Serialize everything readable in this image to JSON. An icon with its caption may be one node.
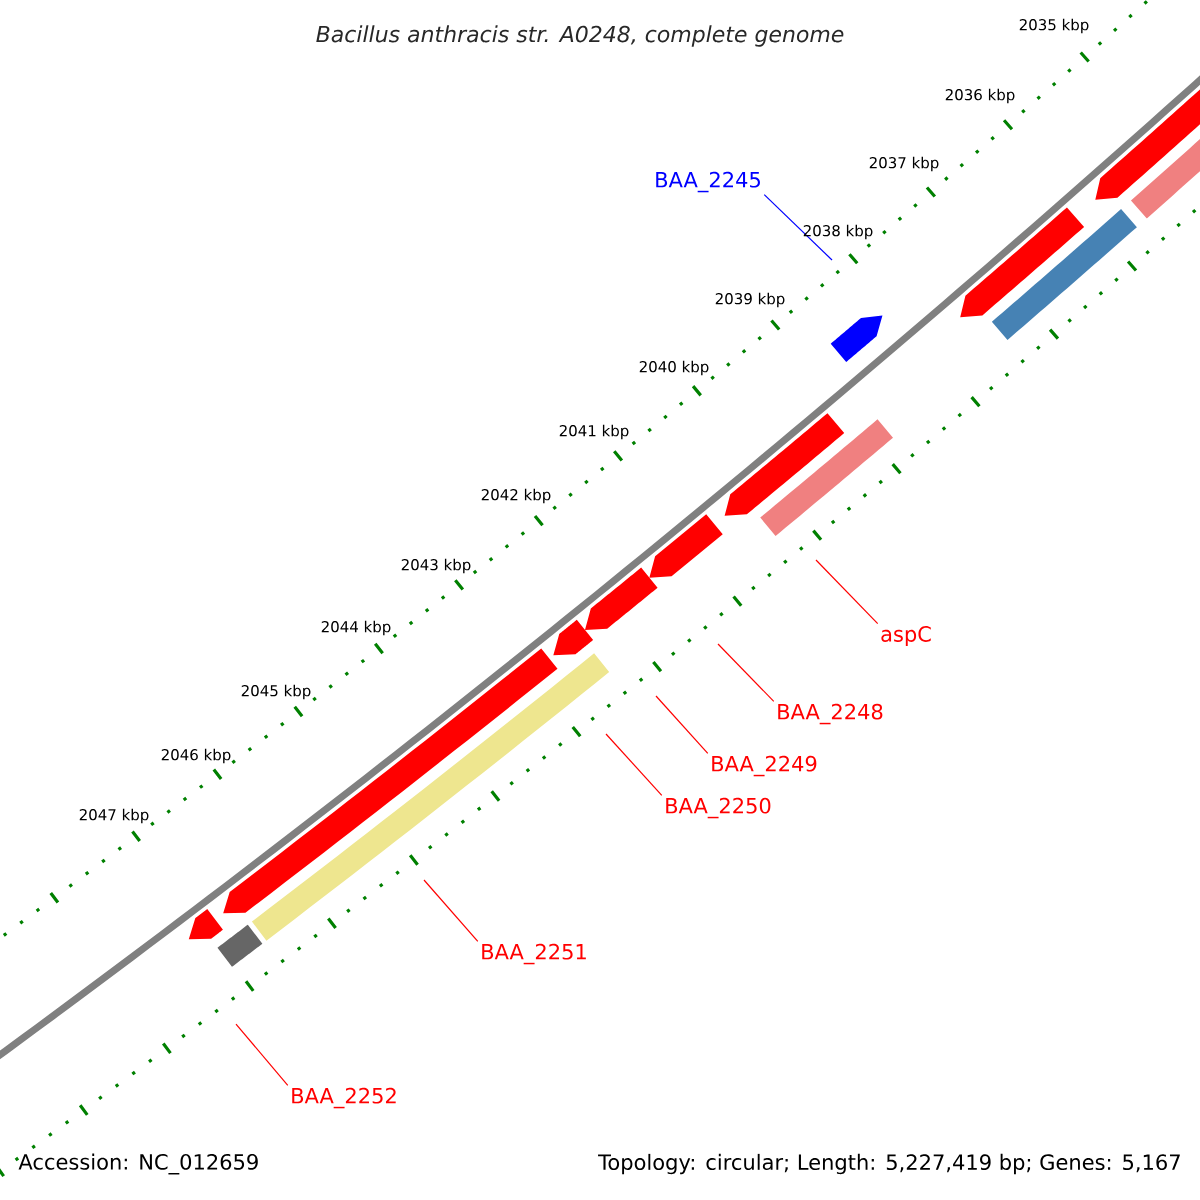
{
  "diagram": {
    "title": "Bacillus anthracis str. A0248, complete genome",
    "nodes": [
      {
        "text": [
          "BAA_2245"
        ]
      },
      {
        "text": [
          "aspC"
        ]
      },
      {
        "text": [
          "BAA_2248"
        ]
      },
      {
        "text": [
          "BAA_2249"
        ]
      },
      {
        "text": [
          "BAA_2250"
        ]
      },
      {
        "text": [
          "BAA_2251"
        ]
      },
      {
        "text": [
          "BAA_2252"
        ]
      }
    ],
    "edges": [
      {
        "from": 0,
        "to": null,
        "arrow": "none",
        "color": "#0000ff"
      },
      {
        "from": 1,
        "to": null,
        "arrow": "none"
      },
      {
        "from": 2,
        "to": null,
        "arrow": "none"
      },
      {
        "from": 3,
        "to": null,
        "arrow": "none"
      },
      {
        "from": 4,
        "to": null,
        "arrow": "none"
      },
      {
        "from": 5,
        "to": null,
        "arrow": "none"
      },
      {
        "from": 6,
        "to": null,
        "arrow": "none"
      }
    ],
    "labels": [
      "2035 kbp",
      "2036 kbp",
      "2037 kbp",
      "2038 kbp",
      "2039 kbp",
      "2040 kbp",
      "2041 kbp",
      "2042 kbp",
      "2043 kbp",
      "2044 kbp",
      "2045 kbp",
      "2046 kbp",
      "2047 kbp",
      "Accession: NC_012659",
      "Topology: circular; Length: 5,227,419 bp; Genes: 5,167"
    ]
  }
}
